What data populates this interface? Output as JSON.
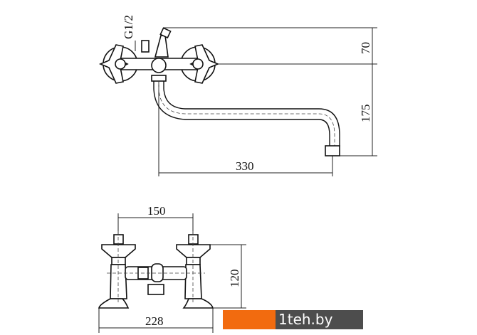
{
  "top_view": {
    "thread_label": "G1/2",
    "dim_height_upper": "70",
    "dim_height_spout": "175",
    "dim_spout_reach": "330"
  },
  "front_view": {
    "dim_handle_spacing": "150",
    "dim_height": "120",
    "dim_width": "228"
  },
  "watermark": {
    "text": "1teh.by",
    "accent": "#f26b0f",
    "dark": "#4d4d4d"
  }
}
